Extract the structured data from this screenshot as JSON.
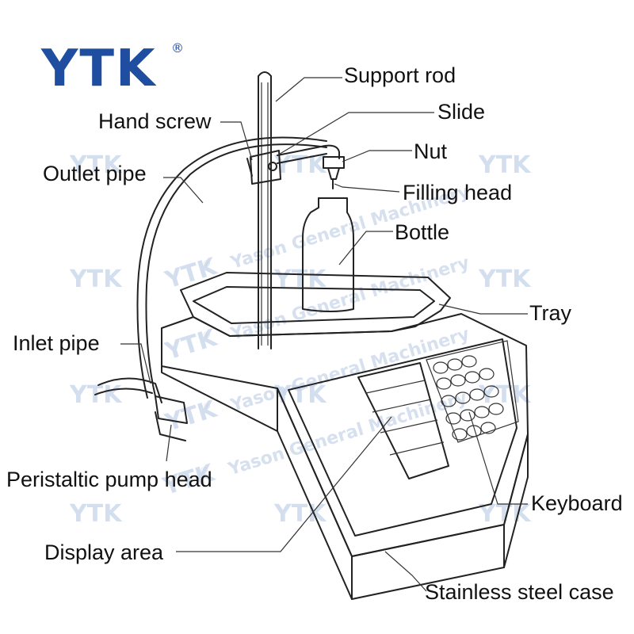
{
  "logo": {
    "text": "YTK",
    "registered": "®"
  },
  "watermark": {
    "brand": "YTK",
    "registered": "®",
    "company": "Yason General Machinery"
  },
  "labels": {
    "support_rod": "Support rod",
    "slide": "Slide",
    "hand_screw": "Hand screw",
    "nut": "Nut",
    "outlet_pipe": "Outlet pipe",
    "filling_head": "Filling head",
    "bottle": "Bottle",
    "tray": "Tray",
    "inlet_pipe": "Inlet pipe",
    "peristaltic_pump_head": "Peristaltic pump head",
    "keyboard": "Keyboard",
    "display_area": "Display area",
    "stainless_steel_case": "Stainless steel case"
  },
  "colors": {
    "brand": "#1f4ea1",
    "watermark": "#c9d6ea",
    "line": "#222222"
  }
}
